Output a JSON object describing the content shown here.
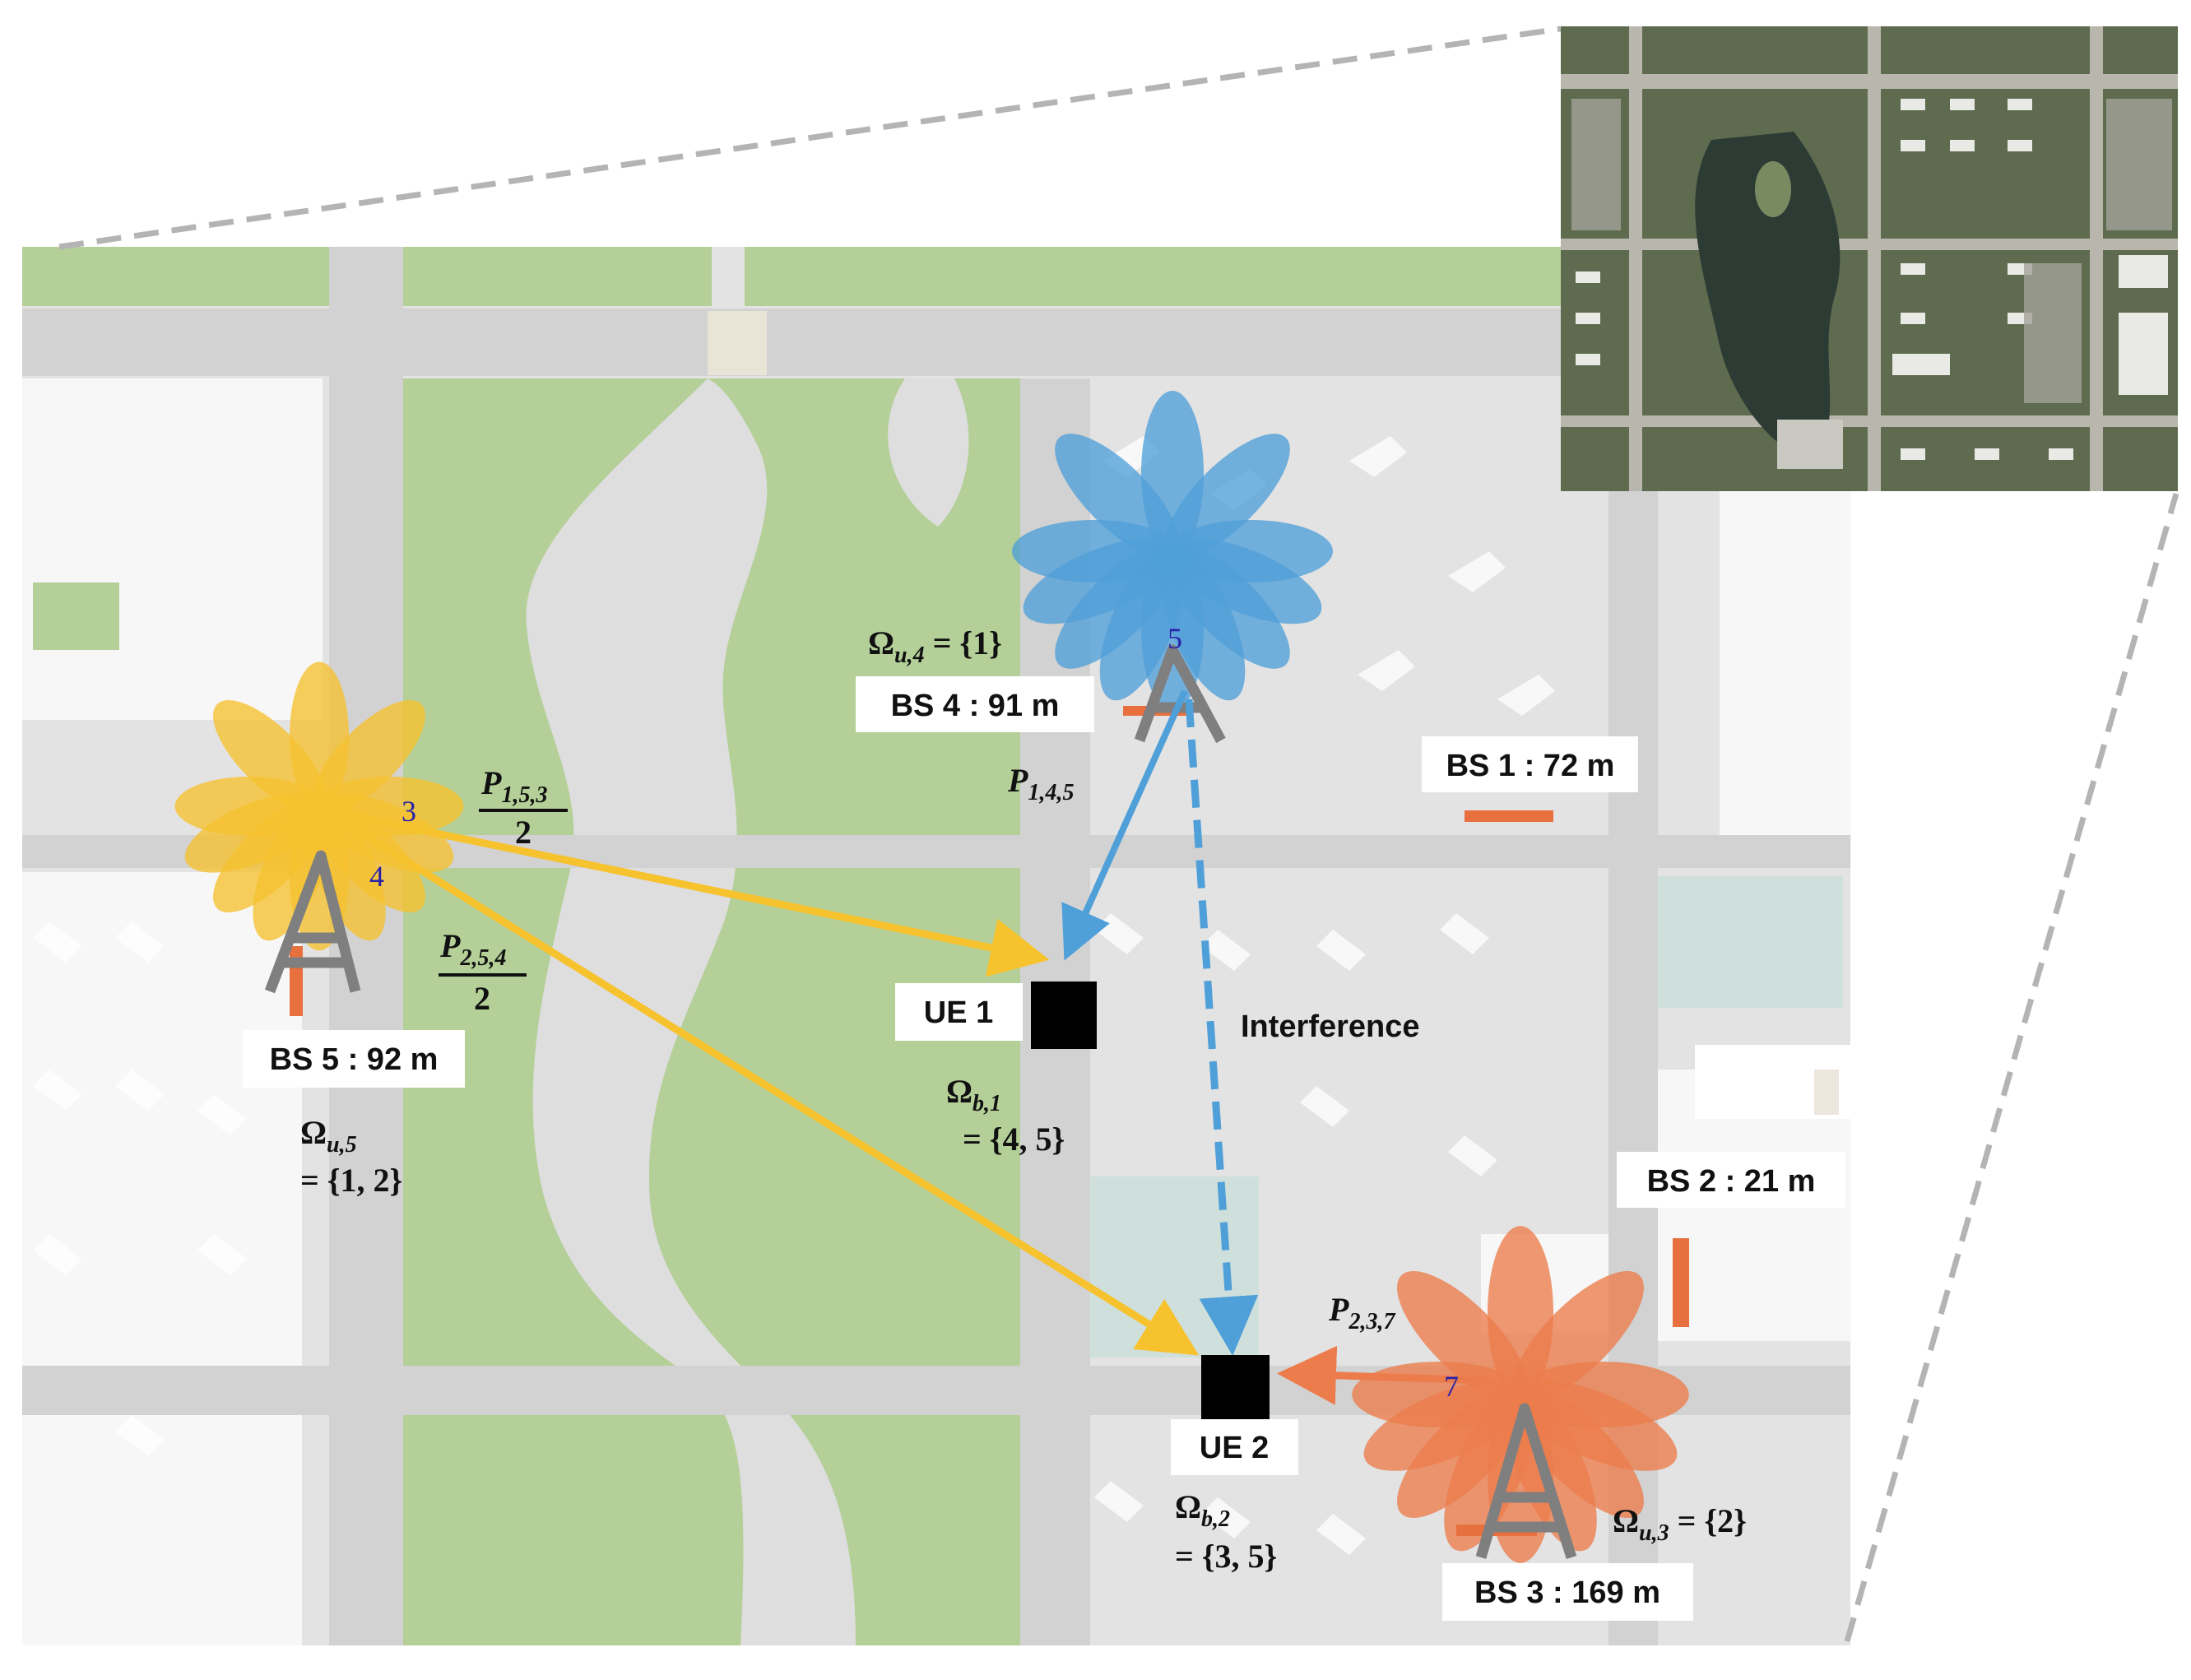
{
  "labels": {
    "bs1": "BS 1 : 72 m",
    "bs2": "BS 2 : 21 m",
    "bs3": "BS 3 : 169 m",
    "bs4": "BS 4 : 91 m",
    "bs5": "BS 5 : 92 m",
    "ue1": "UE 1",
    "ue2": "UE 2",
    "interference": "Interference"
  },
  "beam_numbers": {
    "bs5_a": "3",
    "bs5_b": "4",
    "bs4": "5",
    "bs3": "7"
  },
  "math": {
    "omega_u4": {
      "sym": "Ω",
      "sub": "u,4",
      "set": "= {1}"
    },
    "omega_u5": {
      "sym": "Ω",
      "sub": "u,5",
      "set": "= {1, 2}"
    },
    "omega_u3": {
      "sym": "Ω",
      "sub": "u,3",
      "set": "= {2}"
    },
    "omega_b1": {
      "sym": "Ω",
      "sub": "b,1",
      "set": "= {4, 5}"
    },
    "omega_b2": {
      "sym": "Ω",
      "sub": "b,2",
      "set": "= {3, 5}"
    },
    "p145": {
      "sym": "P",
      "sub": "1,4,5"
    },
    "p237": {
      "sym": "P",
      "sub": "2,3,7"
    },
    "p153": {
      "sym": "P",
      "sub": "1,5,3",
      "den": "2"
    },
    "p254": {
      "sym": "P",
      "sub": "2,5,4",
      "den": "2"
    }
  },
  "colors": {
    "yellow": "#f6c22e",
    "blue": "#4f9fd9",
    "orange": "#ec7c4c",
    "road": "#d2d2d2",
    "park": "#b4cf98",
    "block": "#e3e3e3"
  },
  "icons": [
    "tower-icon",
    "beam-pattern-icon",
    "satellite-inset"
  ]
}
